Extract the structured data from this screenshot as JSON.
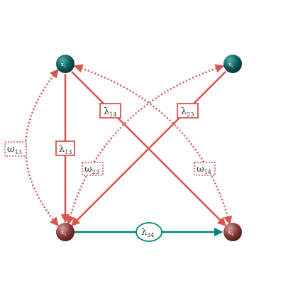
{
  "nodes": [
    {
      "id": "x1",
      "base": "x",
      "sub": "1",
      "fill": "teal"
    },
    {
      "id": "x2",
      "base": "x",
      "sub": "2",
      "fill": "teal"
    },
    {
      "id": "x3",
      "base": "x",
      "sub": "3",
      "fill": "maroon"
    },
    {
      "id": "x4",
      "base": "x",
      "sub": "4",
      "fill": "maroon"
    }
  ],
  "edges": [
    {
      "id": "l13",
      "from": "x1",
      "to": "x3",
      "style": "solid",
      "color": "red",
      "base": "λ",
      "sub": "13",
      "box": "rect"
    },
    {
      "id": "l14",
      "from": "x1",
      "to": "x4",
      "style": "solid",
      "color": "red",
      "base": "λ",
      "sub": "14",
      "box": "rect"
    },
    {
      "id": "l23",
      "from": "x2",
      "to": "x3",
      "style": "solid",
      "color": "red",
      "base": "λ",
      "sub": "23",
      "box": "rect"
    },
    {
      "id": "l34",
      "from": "x3",
      "to": "x4",
      "style": "solid",
      "color": "teal",
      "base": "λ",
      "sub": "34",
      "box": "ellipse"
    },
    {
      "id": "w13",
      "from": "x1",
      "to": "x3",
      "style": "dotted",
      "color": "red",
      "base": "ω",
      "sub": "13",
      "box": "dashed-rect",
      "bidirectional": true
    },
    {
      "id": "w23",
      "from": "x2",
      "to": "x3",
      "style": "dotted",
      "color": "red",
      "base": "ω",
      "sub": "23",
      "box": "dashed-rect",
      "bidirectional": true
    },
    {
      "id": "w14",
      "from": "x1",
      "to": "x4",
      "style": "dotted",
      "color": "red",
      "base": "ω",
      "sub": "14",
      "box": "dashed-rect",
      "bidirectional": true
    }
  ],
  "colors": {
    "red": "#d9534f",
    "teal": "#00807a",
    "teal_dark": "#0b4d4d",
    "maroon": "#7a2e2e",
    "maroon_light": "#c98a8a"
  }
}
